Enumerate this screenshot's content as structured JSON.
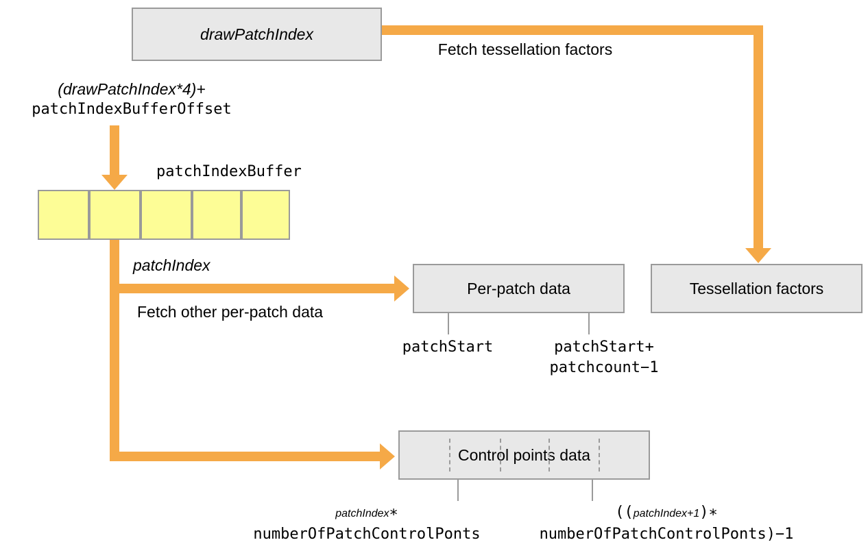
{
  "diagram": {
    "title": "Tessellation patch index buffer data flow",
    "colors": {
      "arrow": "#f5a947",
      "box_fill": "#e8e8e8",
      "box_stroke": "#9a9a9a",
      "buffer_cell_fill": "#fdfd96",
      "text": "#000000",
      "background": "#ffffff"
    },
    "boxes": {
      "draw_patch_index": "drawPatchIndex",
      "per_patch_data": "Per-patch data",
      "tessellation_factors": "Tessellation factors",
      "control_points_data": "Control points data"
    },
    "edge_labels": {
      "fetch_tessellation_factors": "Fetch tessellation factors",
      "fetch_other_per_patch_data": "Fetch other per-patch data",
      "patch_index": "patchIndex"
    },
    "offset_expression": {
      "line1": "(drawPatchIndex*4)+",
      "line2": "patchIndexBufferOffset"
    },
    "buffer": {
      "name": "patchIndexBuffer",
      "cell_count": 5
    },
    "per_patch_range": {
      "start": "patchStart",
      "end_line1": "patchStart+",
      "end_line2": "patchcount−1"
    },
    "control_points_range": {
      "start_line1": "patchIndex",
      "start_line1_op": "∗",
      "start_line2": "numberOfPatchControlPonts",
      "end_line1_pre": "((",
      "end_line1_italic": "patchIndex+1",
      "end_line1_post": ")∗",
      "end_line2": "numberOfPatchControlPonts)−1"
    }
  }
}
